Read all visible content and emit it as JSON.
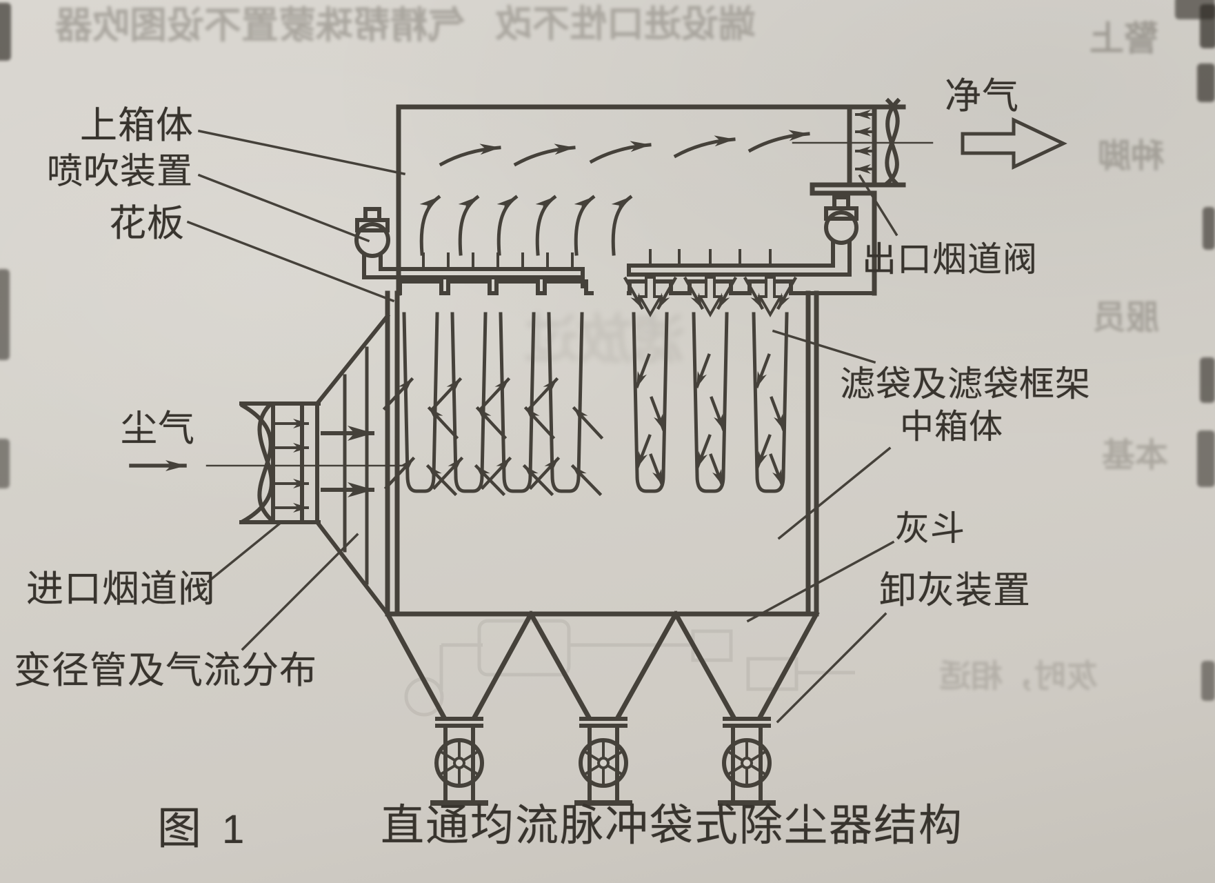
{
  "figure": {
    "caption_prefix": "图",
    "caption_number": "1",
    "caption_title": "直通均流脉冲袋式除尘器结构"
  },
  "labels": {
    "upper_box": "上箱体",
    "blowing_device": "喷吹装置",
    "tube_sheet": "花板",
    "dusty_gas": "尘气",
    "inlet_flue_valve": "进口烟道阀",
    "reducer_flow_distribution": "变径管及气流分布",
    "clean_gas": "净气",
    "outlet_flue_valve": "出口烟道阀",
    "filter_bag_and_frame": "滤袋及滤袋框架",
    "middle_box": "中箱体",
    "ash_hopper": "灰斗",
    "ash_discharge_device": "卸灰装置"
  },
  "icons": {
    "clean-gas-arrow": "hollow right arrow ⇨",
    "dusty-gas-arrow": "solid right arrow →",
    "pulse-jet-arrow": "hollow down arrow ⇩",
    "flow-arrow": "curved solid arrow",
    "valve-arrows": "small solid arrows inside duct valve",
    "rotary-valve": "spoked wheel (star feeder)",
    "pipe-break": "double S-curve pipe break"
  },
  "colors": {
    "paper": "#d5d1ca",
    "ink": "#45413a",
    "text": "#38342e"
  },
  "bleedthrough": {
    "top_left": "气精帮珠蒙置不设图吹器",
    "top_mid": "端设进口性不改",
    "right_1": "警上",
    "right_2": "种脚",
    "right_3": "服员",
    "right_4": "本基",
    "center": "滤放过",
    "right_mid": "灰时，相适"
  }
}
